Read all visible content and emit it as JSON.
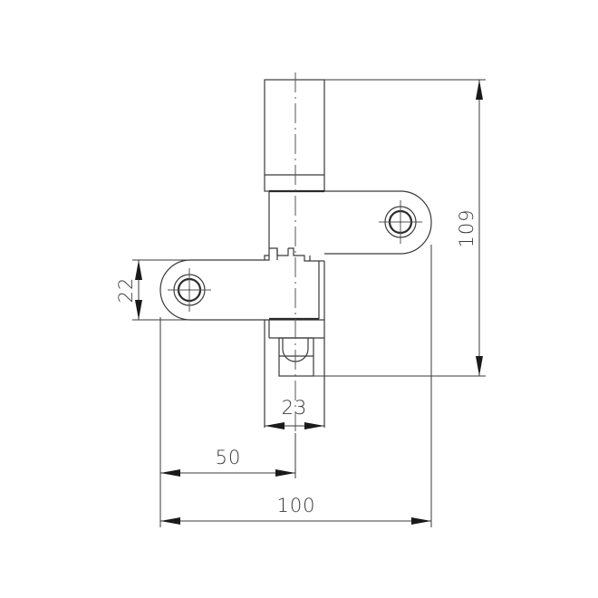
{
  "drawing": {
    "title": "Hinge technical drawing",
    "line_color": "#3a3a3a",
    "background": "#ffffff"
  },
  "dimensions": {
    "overall_height": {
      "label": "109",
      "orientation": "vertical"
    },
    "arm_width": {
      "label": "22",
      "orientation": "vertical"
    },
    "barrel_width": {
      "label": "23",
      "orientation": "horizontal"
    },
    "half_span": {
      "label": "50",
      "orientation": "horizontal"
    },
    "full_span": {
      "label": "100",
      "orientation": "horizontal"
    }
  }
}
